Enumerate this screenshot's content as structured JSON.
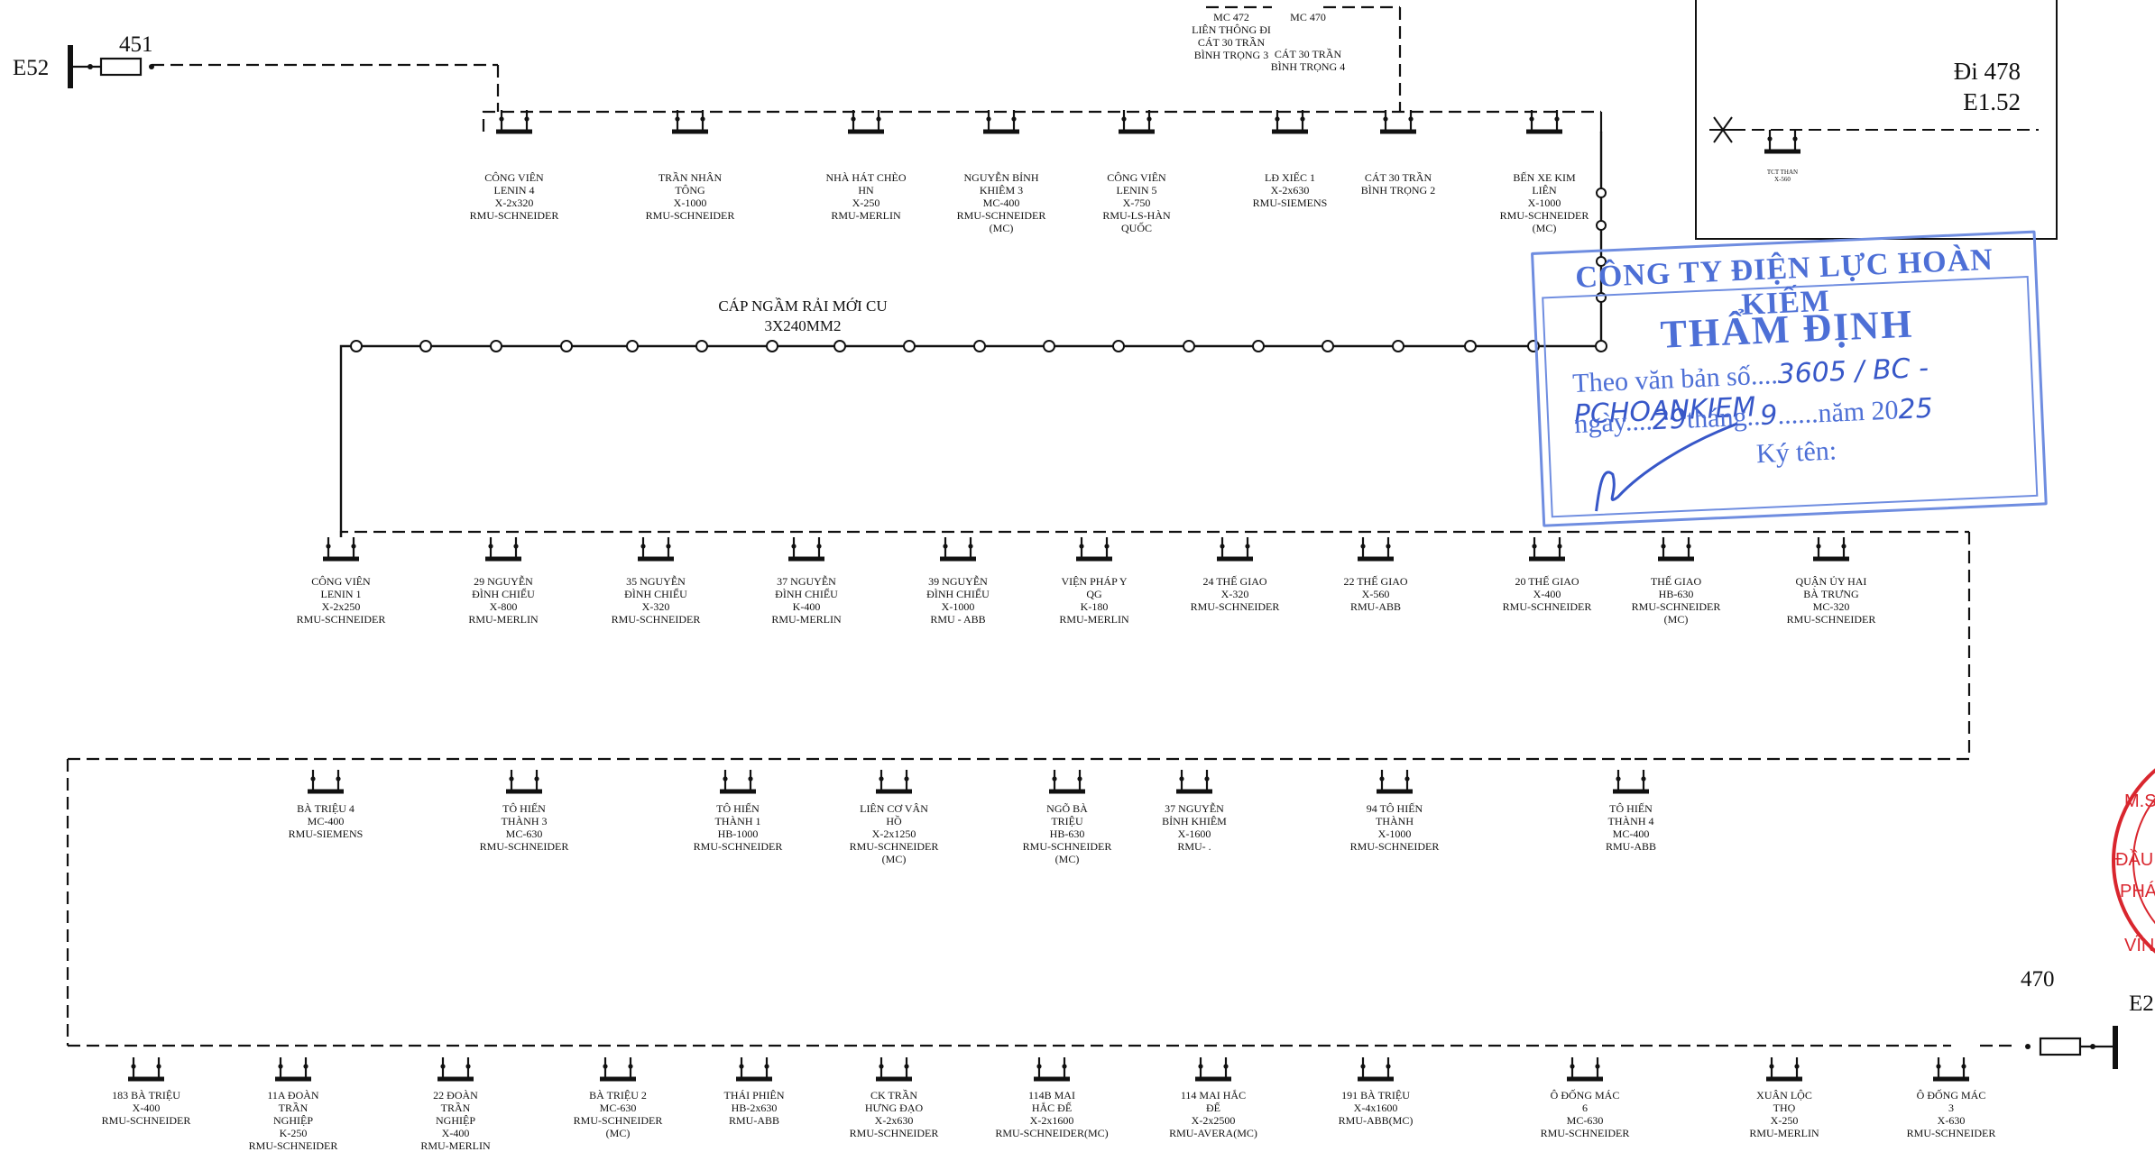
{
  "sources": {
    "left_source": "E52",
    "left_breaker": "451",
    "right_source": "E2",
    "right_breaker": "470"
  },
  "top_feeders": {
    "mc472": "MC 472\nLIÊN THÔNG ĐI\nCÁT 30 TRẦN\nBÌNH TRỌNG 3",
    "mc470": "MC 470",
    "mc470_sub": "CÁT 30 TRẦN\nBÌNH TRỌNG 4"
  },
  "inset": {
    "line1": "Đi 478",
    "line2": "E1.52",
    "station": "TCT THAN\nX-560"
  },
  "cable": {
    "line1": "CÁP NGẦM RẢI MỚI CU",
    "line2": "3X240MM2"
  },
  "stamp": {
    "company": "CÔNG TY ĐIỆN LỰC HOÀN KIẾM",
    "title": "THẨM ĐỊNH",
    "line1": "Theo văn bản số....",
    "doc_no": "3605 / BC - PCHOANKIEM",
    "line2": "ngày....",
    "day": "29",
    "month_label": "tháng..",
    "month": "9",
    "year_label": "......năm 20",
    "year": "25",
    "sign": "Ký tên:"
  },
  "red_seal_text": "M.S.D.N. ĐẦU TƯ PHÁT VĨNH",
  "stations": {
    "row1": [
      "CÔNG VIÊN\nLENIN 4\nX-2x320\nRMU-SCHNEIDER",
      "TRẦN NHÂN\nTÔNG\nX-1000\nRMU-SCHNEIDER",
      "NHÀ HÁT CHÈO\nHN\nX-250\nRMU-MERLIN",
      "NGUYỄN BỈNH\nKHIÊM 3\nMC-400\nRMU-SCHNEIDER\n(MC)",
      "CÔNG VIÊN\nLENIN 5\nX-750\nRMU-LS-HÀN\nQUỐC",
      "LĐ XIẾC 1\nX-2x630\nRMU-SIEMENS",
      "CÁT 30 TRẦN\nBÌNH TRỌNG 2",
      "BẾN XE KIM\nLIÊN\nX-1000\nRMU-SCHNEIDER\n(MC)"
    ],
    "row2": [
      "CÔNG VIÊN\nLENIN 1\nX-2x250\nRMU-SCHNEIDER",
      "29 NGUYỄN\nĐÌNH CHIỂU\nX-800\nRMU-MERLIN",
      "35 NGUYỄN\nĐÌNH CHIỂU\nX-320\nRMU-SCHNEIDER",
      "37 NGUYỄN\nĐÌNH CHIỂU\nK-400\nRMU-MERLIN",
      "39 NGUYỄN\nĐÌNH CHIỂU\nX-1000\nRMU - ABB",
      "VIỆN PHÁP Y\nQG\nK-180\nRMU-MERLIN",
      "24 THẾ GIAO\nX-320\nRMU-SCHNEIDER",
      "22 THẾ GIAO\nX-560\nRMU-ABB",
      "20 THẾ GIAO\nX-400\nRMU-SCHNEIDER",
      "THẾ GIAO\nHB-630\nRMU-SCHNEIDER\n(MC)",
      "QUẬN ỦY HAI\nBÀ TRƯNG\nMC-320\nRMU-SCHNEIDER"
    ],
    "row3": [
      "BÀ TRIỆU 4\nMC-400\nRMU-SIEMENS",
      "TÔ HIẾN\nTHÀNH 3\nMC-630\nRMU-SCHNEIDER",
      "TÔ HIẾN\nTHÀNH 1\nHB-1000\nRMU-SCHNEIDER",
      "LIÊN CƠ VÂN\nHỒ\nX-2x1250\nRMU-SCHNEIDER\n(MC)",
      "NGÕ BÀ\nTRIỆU\nHB-630\nRMU-SCHNEIDER\n(MC)",
      "37 NGUYỄN\nBỈNH KHIÊM\nX-1600\nRMU- .",
      "94 TÔ HIẾN\nTHÀNH\nX-1000\nRMU-SCHNEIDER",
      "TÔ HIẾN\nTHÀNH 4\nMC-400\nRMU-ABB"
    ],
    "row4": [
      "183 BÀ TRIỆU\nX-400\nRMU-SCHNEIDER",
      "11A ĐOÀN\nTRẦN\nNGHIỆP\nK-250\nRMU-SCHNEIDER",
      "22 ĐOÀN\nTRẦN\nNGHIỆP\nX-400\nRMU-MERLIN",
      "BÀ TRIỆU 2\nMC-630\nRMU-SCHNEIDER\n(MC)",
      "THÁI PHIÊN\nHB-2x630\nRMU-ABB",
      "CK TRẦN\nHƯNG ĐẠO\nX-2x630\nRMU-SCHNEIDER",
      "114B MAI\nHẮC ĐẾ\nX-2x1600\nRMU-SCHNEIDER(MC)",
      "114 MAI HẮC\nĐẾ\nX-2x2500\nRMU-AVERA(MC)",
      "191 BÀ TRIỆU\nX-4x1600\nRMU-ABB(MC)",
      "Ô ĐỐNG MÁC\n6\nMC-630\nRMU-SCHNEIDER",
      "XUÂN LỘC\nTHỌ\nX-250\nRMU-MERLIN",
      "Ô ĐỐNG MÁC\n3\nX-630\nRMU-SCHNEIDER"
    ]
  }
}
